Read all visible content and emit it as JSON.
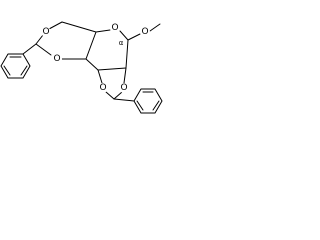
{
  "structure": {
    "atoms": {
      "ring_oxygen": "O",
      "methoxy_oxygen": "O",
      "acetal6_oxygen_top": "O",
      "acetal6_oxygen_bottom": "O",
      "acetal5_oxygen_left": "O",
      "acetal5_oxygen_right": "O"
    },
    "stereo_labels": {
      "anomeric": "α"
    }
  }
}
